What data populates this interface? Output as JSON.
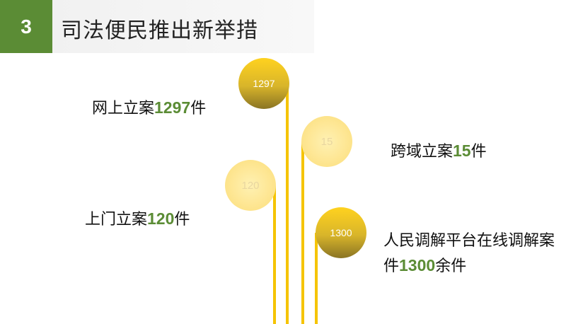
{
  "header": {
    "number": "3",
    "title": "司法便民推出新举措"
  },
  "colors": {
    "brand_green": "#5b8c35",
    "gold_dark": "#b79a2a",
    "gold_light": "#f5c900",
    "pale_yellow": "#fde79a",
    "line_yellow": "#f5c400"
  },
  "chart_data": {
    "type": "bar",
    "series": [
      {
        "value": 1297,
        "circle_label": "1297",
        "text_prefix": "网上立案",
        "text_value": "1297",
        "text_suffix": "件",
        "style": "gold"
      },
      {
        "value": 15,
        "circle_label": "15",
        "text_prefix": "跨域立案",
        "text_value": "15",
        "text_suffix": "件",
        "style": "pale"
      },
      {
        "value": 120,
        "circle_label": "120",
        "text_prefix": "上门立案",
        "text_value": "120",
        "text_suffix": "件",
        "style": "pale"
      },
      {
        "value": 1300,
        "circle_label": "1300",
        "text_prefix": "人民调解平台在线调解案件",
        "text_value": "1300",
        "text_suffix": "余件",
        "style": "gold"
      }
    ]
  }
}
